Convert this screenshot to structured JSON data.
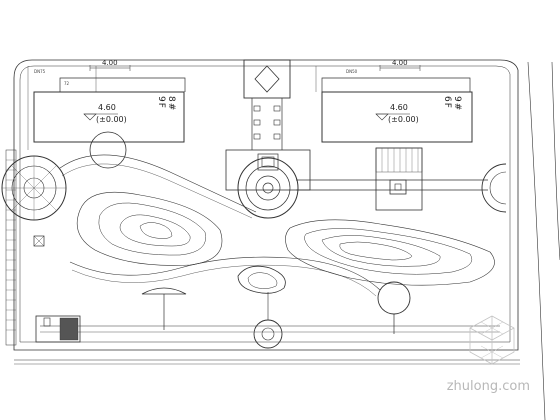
{
  "drawing": {
    "building_left": {
      "elevation": "4.60",
      "datum": "(±0.00)",
      "number": "8#",
      "floors": "9F",
      "top_dimension": "4.00"
    },
    "building_right": {
      "elevation": "4.60",
      "datum": "(±0.00)",
      "number": "9#",
      "floors": "6F",
      "top_dimension": "4.00"
    },
    "small_labels": [
      "72",
      "DN75",
      "DN50"
    ],
    "colors": {
      "line": "#333333",
      "background": "#ffffff",
      "watermark": "#b8b8b8"
    }
  },
  "watermark": {
    "text": "zhulong.com"
  }
}
